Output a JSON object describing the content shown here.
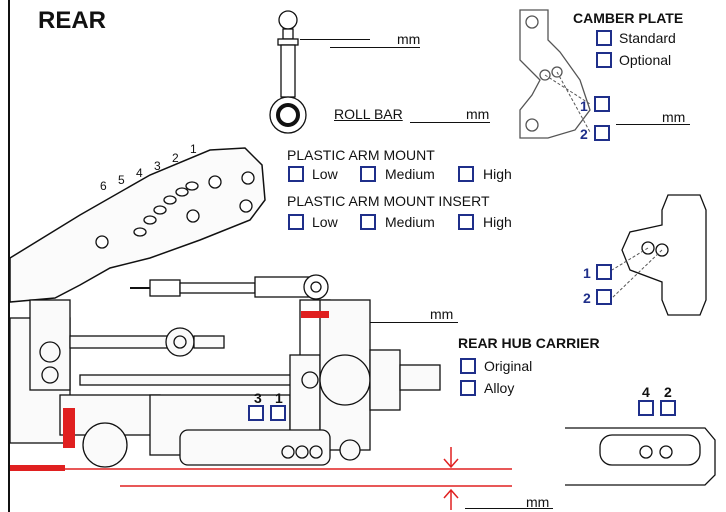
{
  "title": "REAR",
  "ball_end": {
    "unit": "mm"
  },
  "roll_bar": {
    "label": "ROLL BAR",
    "unit": "mm"
  },
  "camber_plate": {
    "title": "CAMBER PLATE",
    "options": [
      "Standard",
      "Optional"
    ],
    "hole_numbers": [
      "1",
      "2"
    ],
    "unit": "mm"
  },
  "wing_holes": [
    "6",
    "5",
    "4",
    "3",
    "2",
    "1"
  ],
  "plastic_arm_mount": {
    "title": "PLASTIC ARM MOUNT",
    "options": [
      "Low",
      "Medium",
      "High"
    ]
  },
  "plastic_arm_mount_insert": {
    "title": "PLASTIC ARM MOUNT INSERT",
    "options": [
      "Low",
      "Medium",
      "High"
    ]
  },
  "insert_holes": [
    "1",
    "2"
  ],
  "link_unit": "mm",
  "rear_hub_carrier": {
    "title": "REAR HUB CARRIER",
    "options": [
      "Original",
      "Alloy"
    ]
  },
  "arm_holes": [
    "3",
    "1"
  ],
  "arm_detail_holes": [
    "4",
    "2"
  ],
  "ride_height_unit": "mm",
  "colors": {
    "checkbox": "#1f2f8a",
    "highlight": "#e02020",
    "ink": "#111111"
  }
}
